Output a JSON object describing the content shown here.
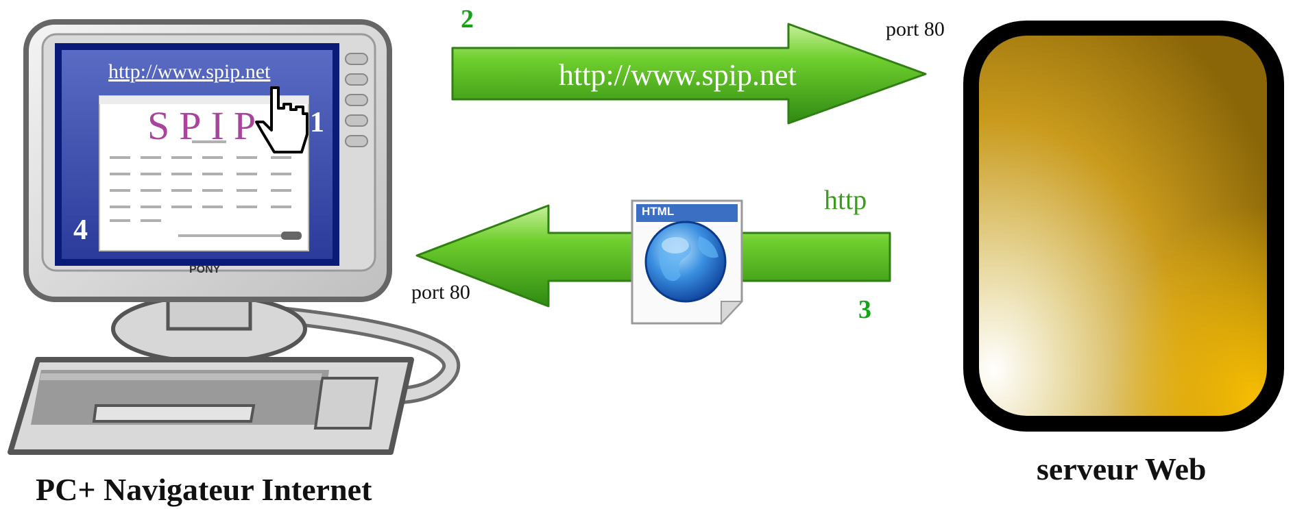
{
  "client": {
    "caption": "PC+ Navigateur Internet",
    "brand": "PONY",
    "screen_url": "http://www.spip.net",
    "page_logo": "SPIP",
    "step_click": "1",
    "step_display": "4"
  },
  "request": {
    "step": "2",
    "url": "http://www.spip.net",
    "port_label": "port 80"
  },
  "response": {
    "step": "3",
    "protocol": "http",
    "port_label": "port 80",
    "doc_icon_label": "HTML"
  },
  "server": {
    "caption": "serveur Web"
  },
  "colors": {
    "arrow_green": "#3fa01a",
    "step_green": "#18a218",
    "screen_blue": "#1c2a8a",
    "server_gold": "#b8860b"
  }
}
